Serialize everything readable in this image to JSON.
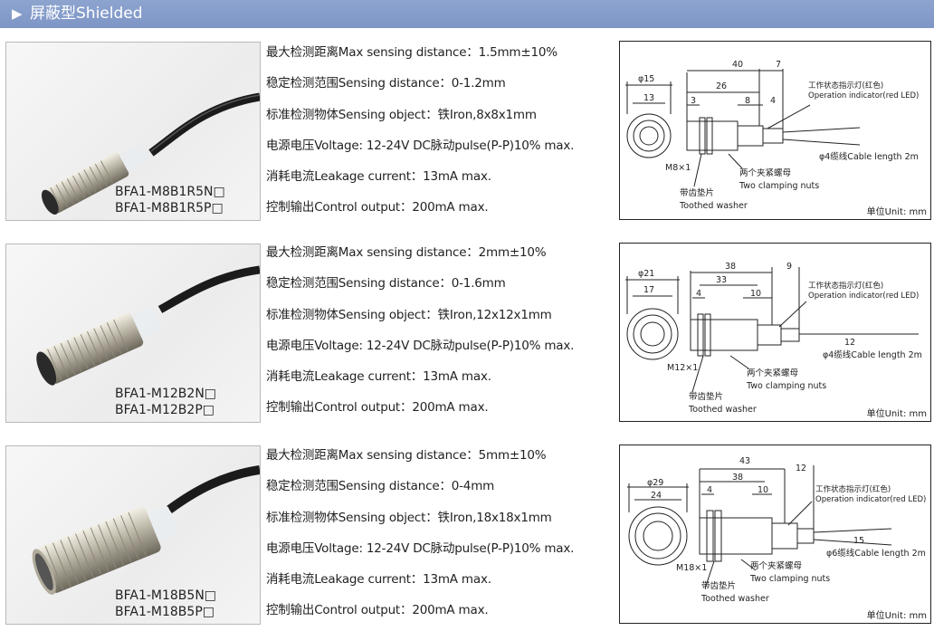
{
  "header": {
    "bullet": "▶",
    "title": "屏蔽型Shielded"
  },
  "labels": {
    "max_distance": "最大检测距离Max sensing distance：",
    "sensing_distance": "稳定检测范围Sensing distance：",
    "sensing_object": "标准检测物体Sensing object：",
    "voltage": "电源电压Voltage: 12-24V DC脉动pulse(P-P)10% max.",
    "leakage": "消耗电流Leakage current：13mA max.",
    "output": "控制输出Control output：200mA max."
  },
  "drawing_labels": {
    "indicator_cn": "工作状态指示灯(红色)",
    "indicator_en": "Operation indicator(red LED)",
    "nuts_cn": "两个夹紧螺母",
    "nuts_en": "Two clamping nuts",
    "washer_cn": "带齿垫片",
    "washer_en": "Toothed washer",
    "unit": "单位Unit: mm"
  },
  "products": [
    {
      "model_n": "BFA1-M8B1R5N□",
      "model_p": "BFA1-M8B1R5P□",
      "max_distance": "1.5mm±10%",
      "sensing_distance": "0-1.2mm",
      "sensing_object": "铁Iron,8x8x1mm",
      "thread": "M8×1",
      "cable": "φ4缆线Cable length 2m",
      "dims": {
        "outer": "φ15",
        "inner": "13",
        "total": "40",
        "tail": "7",
        "body": "26",
        "nut": "3",
        "led": "8",
        "e": "4"
      }
    },
    {
      "model_n": "BFA1-M12B2N□",
      "model_p": "BFA1-M12B2P□",
      "max_distance": "2mm±10%",
      "sensing_distance": "0-1.6mm",
      "sensing_object": "铁Iron,12x12x1mm",
      "thread": "M12×1",
      "cable": "φ4缆线Cable length 2m",
      "dims": {
        "outer": "φ21",
        "inner": "17",
        "total": "38",
        "tail": "9",
        "body": "33",
        "nut": "4",
        "led": "10",
        "e": "12"
      }
    },
    {
      "model_n": "BFA1-M18B5N□",
      "model_p": "BFA1-M18B5P□",
      "max_distance": "5mm±10%",
      "sensing_distance": "0-4mm",
      "sensing_object": "铁Iron,18x18x1mm",
      "thread": "M18×1",
      "cable": "φ6缆线Cable length 2m",
      "dims": {
        "outer": "φ29",
        "inner": "24",
        "total": "43",
        "tail": "12",
        "body": "38",
        "nut": "4",
        "led": "10",
        "e": "15"
      }
    }
  ]
}
